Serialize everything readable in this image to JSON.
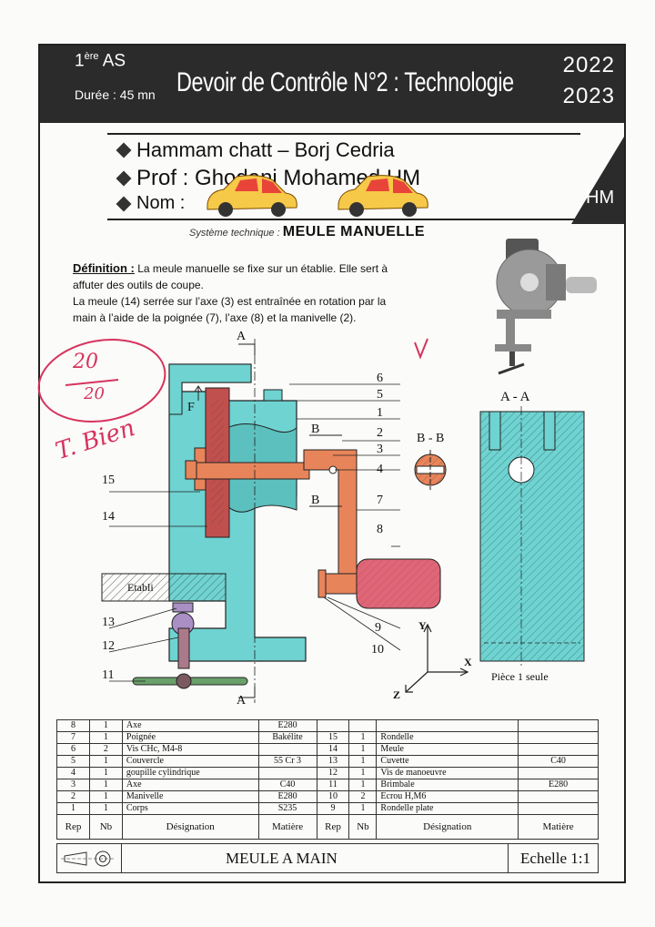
{
  "header": {
    "class_label": "1",
    "class_sup": "ère",
    "class_suffix": "AS",
    "duration": "Durée : 45 mn",
    "title": "Devoir de Contrôle N°2 : Technologie",
    "year_top": "2022",
    "year_bottom": "2023",
    "corner_tag": "HM"
  },
  "info": {
    "school": "Hammam chatt – Borj Cedria",
    "teacher": "Prof : Ghodani Mohamed HM",
    "name_label": "Nom :"
  },
  "system": {
    "prefix": "Système technique :",
    "name": "MEULE MANUELLE"
  },
  "definition": {
    "heading": "Définition :",
    "line1": "La meule manuelle se fixe sur un établie. Elle sert à affuter des outils de coupe.",
    "line2": "La meule (14) serrée sur l’axe (3) est entraînée en rotation par la main à l’aide de la poignée (7), l’axe (8) et la manivelle (2)."
  },
  "annotations": {
    "grade_top": "20",
    "grade_bottom": "20",
    "comment": "T. Bien",
    "check": "√"
  },
  "drawing": {
    "section_A": "A",
    "section_B": "B",
    "view_BB": "B - B",
    "view_AA": "A - A",
    "force_label": "F",
    "workbench": "Etabli",
    "piece_note": "Pièce 1 seule",
    "axis_x": "X",
    "axis_y": "Y",
    "axis_z": "Z",
    "refs": [
      "1",
      "2",
      "3",
      "4",
      "5",
      "6",
      "7",
      "8",
      "9",
      "10",
      "11",
      "12",
      "13",
      "14",
      "15"
    ]
  },
  "nomenclature": {
    "left": [
      {
        "rep": "8",
        "nb": "1",
        "des": "Axe",
        "mat": "E280"
      },
      {
        "rep": "7",
        "nb": "1",
        "des": "Poignée",
        "mat": "Bakélite"
      },
      {
        "rep": "6",
        "nb": "2",
        "des": "Vis CHc, M4-8",
        "mat": ""
      },
      {
        "rep": "5",
        "nb": "1",
        "des": "Couvercle",
        "mat": "55 Cr 3"
      },
      {
        "rep": "4",
        "nb": "1",
        "des": "goupille cylindrique",
        "mat": ""
      },
      {
        "rep": "3",
        "nb": "1",
        "des": "Axe",
        "mat": "C40"
      },
      {
        "rep": "2",
        "nb": "1",
        "des": "Manivelle",
        "mat": "E280"
      },
      {
        "rep": "1",
        "nb": "1",
        "des": "Corps",
        "mat": "S235"
      }
    ],
    "right": [
      {
        "rep": "",
        "nb": "",
        "des": "",
        "mat": ""
      },
      {
        "rep": "15",
        "nb": "1",
        "des": "Rondelle",
        "mat": ""
      },
      {
        "rep": "14",
        "nb": "1",
        "des": "Meule",
        "mat": ""
      },
      {
        "rep": "13",
        "nb": "1",
        "des": "Cuvette",
        "mat": "C40"
      },
      {
        "rep": "12",
        "nb": "1",
        "des": "Vis de manoeuvre",
        "mat": ""
      },
      {
        "rep": "11",
        "nb": "1",
        "des": "Brimbale",
        "mat": "E280"
      },
      {
        "rep": "10",
        "nb": "2",
        "des": "Ecrou H,M6",
        "mat": ""
      },
      {
        "rep": "9",
        "nb": "1",
        "des": "Rondelle plate",
        "mat": ""
      }
    ],
    "headers": {
      "rep": "Rep",
      "nb": "Nb",
      "des": "Désignation",
      "mat": "Matière"
    }
  },
  "title_block": {
    "name": "MEULE A MAIN",
    "scale": "Echelle 1:1"
  },
  "colors": {
    "banner": "#2b2b2b",
    "body_cyan": "#6fd3d1",
    "part_orange": "#e8845a",
    "wheel_brown": "#c0504d",
    "handle_pink": "#e06677",
    "grade_red": "#d6335d"
  }
}
